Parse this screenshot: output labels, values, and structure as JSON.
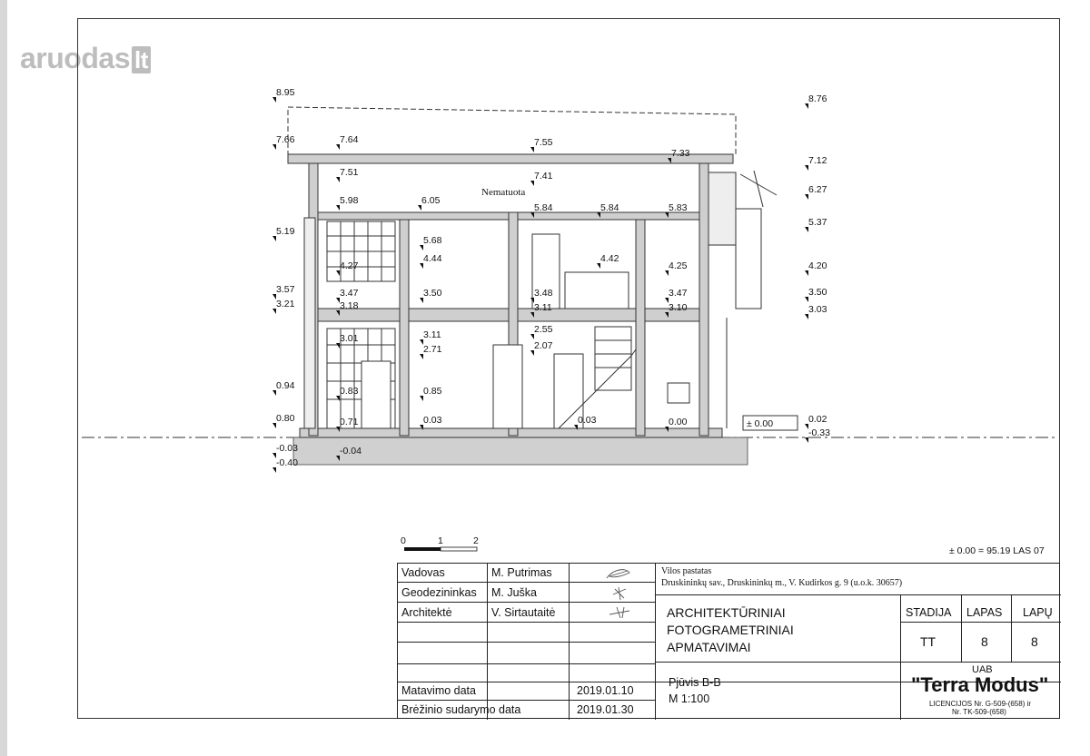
{
  "watermark": {
    "name": "aruodas",
    "tld": "lt"
  },
  "drawing": {
    "left_levels": [
      "8.95",
      "7.66",
      "5.19",
      "3.57",
      "3.21",
      "0.94",
      "0.80",
      "-0.03",
      "-0.40"
    ],
    "right_levels": [
      "8.76",
      "7.12",
      "6.27",
      "5.37",
      "4.20",
      "3.50",
      "3.03",
      "0.02",
      "-0.33"
    ],
    "inner_levels": [
      "7.64",
      "7.51",
      "7.55",
      "7.41",
      "7.33",
      "5.98",
      "6.05",
      "5.84",
      "5.84",
      "5.83",
      "5.68",
      "4.44",
      "4.42",
      "4.27",
      "4.25",
      "3.47",
      "3.50",
      "3.48",
      "3.11",
      "3.47",
      "3.18",
      "3.10",
      "3.11",
      "2.55",
      "2.71",
      "2.07",
      "3.01",
      "0.83",
      "0.85",
      "0.71",
      "0.03",
      "0.03",
      "0.00",
      "-0.04"
    ],
    "attic_note": "Nematuota",
    "zero_label": "± 0.00",
    "scale_ticks": [
      "0",
      "1",
      "2"
    ],
    "absolute_level_note": "± 0.00 = 95.19 LAS 07"
  },
  "title_block": {
    "roles": [
      {
        "role": "Vadovas",
        "person": "M. Putrimas"
      },
      {
        "role": "Geodezininkas",
        "person": "M. Juška"
      },
      {
        "role": "Architektė",
        "person": "V. Sirtautaitė"
      }
    ],
    "object_name": "Vilos pastatas",
    "object_address": "Druskininkų sav., Druskininkų m., V. Kudirkos g. 9 (u.o.k. 30657)",
    "work_title": [
      "ARCHITEKTŪRINIAI",
      "FOTOGRAMETRINIAI",
      "APMATAVIMAI"
    ],
    "stadija_label": "STADIJA",
    "lapas_label": "LAPAS",
    "lapu_label": "LAPŲ",
    "stadija_value": "TT",
    "lapas_value": "8",
    "lapu_value": "8",
    "measure_date_label": "Matavimo data",
    "measure_date": "2019.01.10",
    "drawing_date_label": "Brėžinio sudarymo data",
    "drawing_date": "2019.01.30",
    "section_name": "Pjūvis B-B",
    "scale": "M 1:100",
    "company_prefix": "UAB",
    "company_name": "\"Terra Modus\"",
    "license_line1": "LICENCIJOS Nr. G-509-(658) ir",
    "license_line2": "Nr. TK-509-(658)"
  }
}
